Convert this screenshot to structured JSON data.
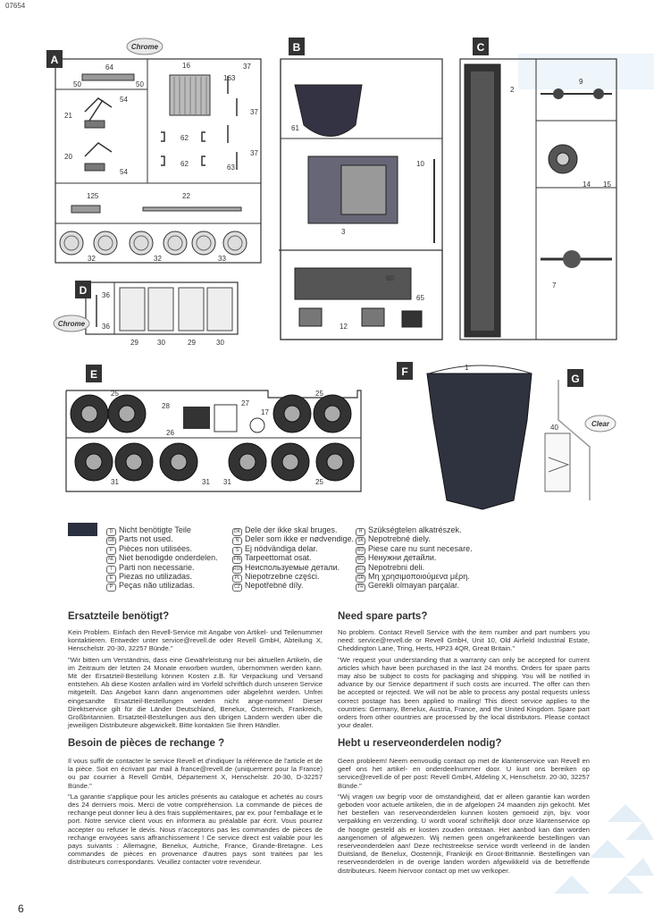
{
  "header": {
    "doc_number": "07654"
  },
  "footer": {
    "page_number": "6"
  },
  "badges": {
    "chrome": "Chrome",
    "clear": "Clear"
  },
  "sprues": [
    {
      "letter": "A",
      "numbers": [
        "64",
        "50",
        "50",
        "16",
        "37",
        "163",
        "37",
        "54",
        "21",
        "62",
        "37",
        "20",
        "54",
        "62",
        "63",
        "125",
        "22",
        "32",
        "32",
        "33"
      ]
    },
    {
      "letter": "B",
      "numbers": [
        "61",
        "3",
        "10",
        "60",
        "12",
        "65"
      ]
    },
    {
      "letter": "C",
      "numbers": [
        "2",
        "9",
        "14",
        "15",
        "7"
      ]
    },
    {
      "letter": "D",
      "numbers": [
        "36",
        "36",
        "29",
        "30",
        "29",
        "30"
      ]
    },
    {
      "letter": "E",
      "numbers": [
        "25",
        "25",
        "28",
        "27",
        "17",
        "26",
        "31",
        "31",
        "31",
        "25"
      ]
    },
    {
      "letter": "F",
      "numbers": [
        "1"
      ]
    },
    {
      "letter": "G",
      "numbers": [
        "40"
      ]
    }
  ],
  "legend": {
    "col1": [
      {
        "flag": "D",
        "text": "Nicht benötigte Teile"
      },
      {
        "flag": "GB",
        "text": "Parts not used."
      },
      {
        "flag": "F",
        "text": "Pièces non utilisées."
      },
      {
        "flag": "NL",
        "text": "Niet benodigde onderdelen."
      },
      {
        "flag": "I",
        "text": "Parti non necessarie."
      },
      {
        "flag": "E",
        "text": "Piezas no utilizadas."
      },
      {
        "flag": "P",
        "text": "Peças não utilizadas."
      }
    ],
    "col2": [
      {
        "flag": "DK",
        "text": "Dele der ikke skal bruges."
      },
      {
        "flag": "N",
        "text": "Deler som ikke er nødvendige."
      },
      {
        "flag": "S",
        "text": "Ej nödvändiga delar."
      },
      {
        "flag": "FIN",
        "text": "Tarpeettomat osat."
      },
      {
        "flag": "RUS",
        "text": "Неиспользуемые детали."
      },
      {
        "flag": "PL",
        "text": "Niepotrzebne części."
      },
      {
        "flag": "CZ",
        "text": "Nepotřebné díly."
      }
    ],
    "col3": [
      {
        "flag": "H",
        "text": "Szükségtelen alkatrészek."
      },
      {
        "flag": "SK",
        "text": "Nepotrebné diely."
      },
      {
        "flag": "RO",
        "text": "Piese care nu sunt necesare."
      },
      {
        "flag": "BG",
        "text": "Ненужни детайли."
      },
      {
        "flag": "SLO",
        "text": "Nepotrebni deli."
      },
      {
        "flag": "GR",
        "text": "Μη χρησιμοποιούμενα μέρη."
      },
      {
        "flag": "TR",
        "text": "Gerekli olmayan parçalar."
      }
    ]
  },
  "sections": {
    "de": {
      "title": "Ersatzteile benötigt?",
      "p1": "Kein Problem. Einfach den Revell-Service mit Angabe von Artikel- und Teilenummer kontaktieren. Entweder unter service@revell.de oder Revell GmbH, Abteilung X, Henschelstr. 20-30, 32257 Bünde.\"",
      "p2": "\"Wir bitten um Verständnis, dass eine Gewährleistung nur bei aktuellen Artikeln, die im Zeitraum der letzten 24 Monate erworben wurden, übernommen werden kann. Mit der Ersatzteil-Bestellung können Kosten z.B. für Verpackung und Versand entstehen. Ab diese Kosten anfallen wird im Vorfeld schriftlich durch unseren Service mitgeteilt. Das Angebot kann dann angenommen oder abgelehnt werden. Unfrei eingesandte Ersatzteil-Bestellungen werden nicht ange-nommen! Dieser Direktservice gilt für die Länder Deutschland, Benelux, Österreich, Frankreich, Großbritannien. Ersatzteil-Bestellungen aus den übrigen Ländern werden über die jeweiligen Distributeure abgewickelt. Bitte kontakten Sie Ihren Händler."
    },
    "en": {
      "title": "Need spare parts?",
      "p1": "No problem. Contact Revell Service with the item number and part numbers you need: service@revell.de or Revell GmbH, Unit 10, Old Airfield Industrial Estate, Cheddington Lane, Tring, Herts, HP23 4QR, Great Britain.\"",
      "p2": "\"We request your understanding that a warranty can only be accepted for current articles which have been purchased in the last 24 months. Orders for spare parts may also be subject to costs for packaging and shipping. You will be notified in advance by our Service department if such costs are incurred. The offer can then be accepted or rejected. We will not be able to process any postal requests unless correct postage has been applied to mailing! This direct service applies to the countries: Germany, Benelux, Austria, France, and the United Kingdom. Spare part orders from other countries are processed by the local distributors. Please contact your dealer."
    },
    "fr": {
      "title": "Besoin de pièces de rechange ?",
      "p1": "Il vous suffit de contacter le service Revell et d'indiquer la référence de l'article et de la pièce. Soit en écrivant par mail à france@revell.de (uniquement pour la France) ou par courrier à Revell GmbH, Département X, Henschelstr. 20-30, D-32257 Bünde.\"",
      "p2": "\"La garantie s'applique pour les articles présents au catalogue et achetés au cours des 24 derniers mois. Merci de votre compréhension. La commande de pièces de rechange peut donner lieu à des frais supplémentaires, par ex. pour l'emballage et le port. Notre service client vous en informera au préalable par écrit. Vous pourrez accepter ou refuser le devis. Nous n'acceptons pas les commandes de pièces de rechange envoyées sans affranchissement ! Ce service direct est valable pour les pays suivants : Allemagne, Benelux, Autriche, France, Grande-Bretagne. Les commandes de pièces en provenance d'autres pays sont traitées par les distributeurs correspondants. Veuillez contacter votre revendeur."
    },
    "nl": {
      "title": "Hebt u reserveonderdelen nodig?",
      "p1": "Geen probleem! Neem eenvoudig contact op met de klantenservice van Revell en geef ons het artikel- en onderdeelnummer door. U kunt ons bereiken op service@revell.de of per post: Revell GmbH, Afdeling X, Henschelstr. 20-30, 32257 Bünde.\"",
      "p2": "\"Wij vragen uw begrip voor de omstandigheid, dat er alleen garantie kan worden geboden voor actuele artikelen, die in de afgelopen 24 maanden zijn gekocht. Met het bestellen van reserveonderdelen kunnen kosten gemoeid zijn, bijv. voor verpakking en verzending. U wordt vooraf schriftelijk door onze klantenservice op de hoogte gesteld als er kosten zouden ontstaan. Het aanbod kan dan worden aangenomen of afgewezen. Wij nemen geen ongefrankeerde bestellingen van reserveonderdelen aan! Deze rechtstreekse service wordt verleend in de landen Duitsland, de Benelux, Oostenrijk, Frankrijk en Groot-Brittannië. Bestellingen van reserveonderdelen in de overige landen worden afgewikkeld via de betreffende distributeurs. Neem hiervoor contact op met uw verkoper."
    }
  }
}
